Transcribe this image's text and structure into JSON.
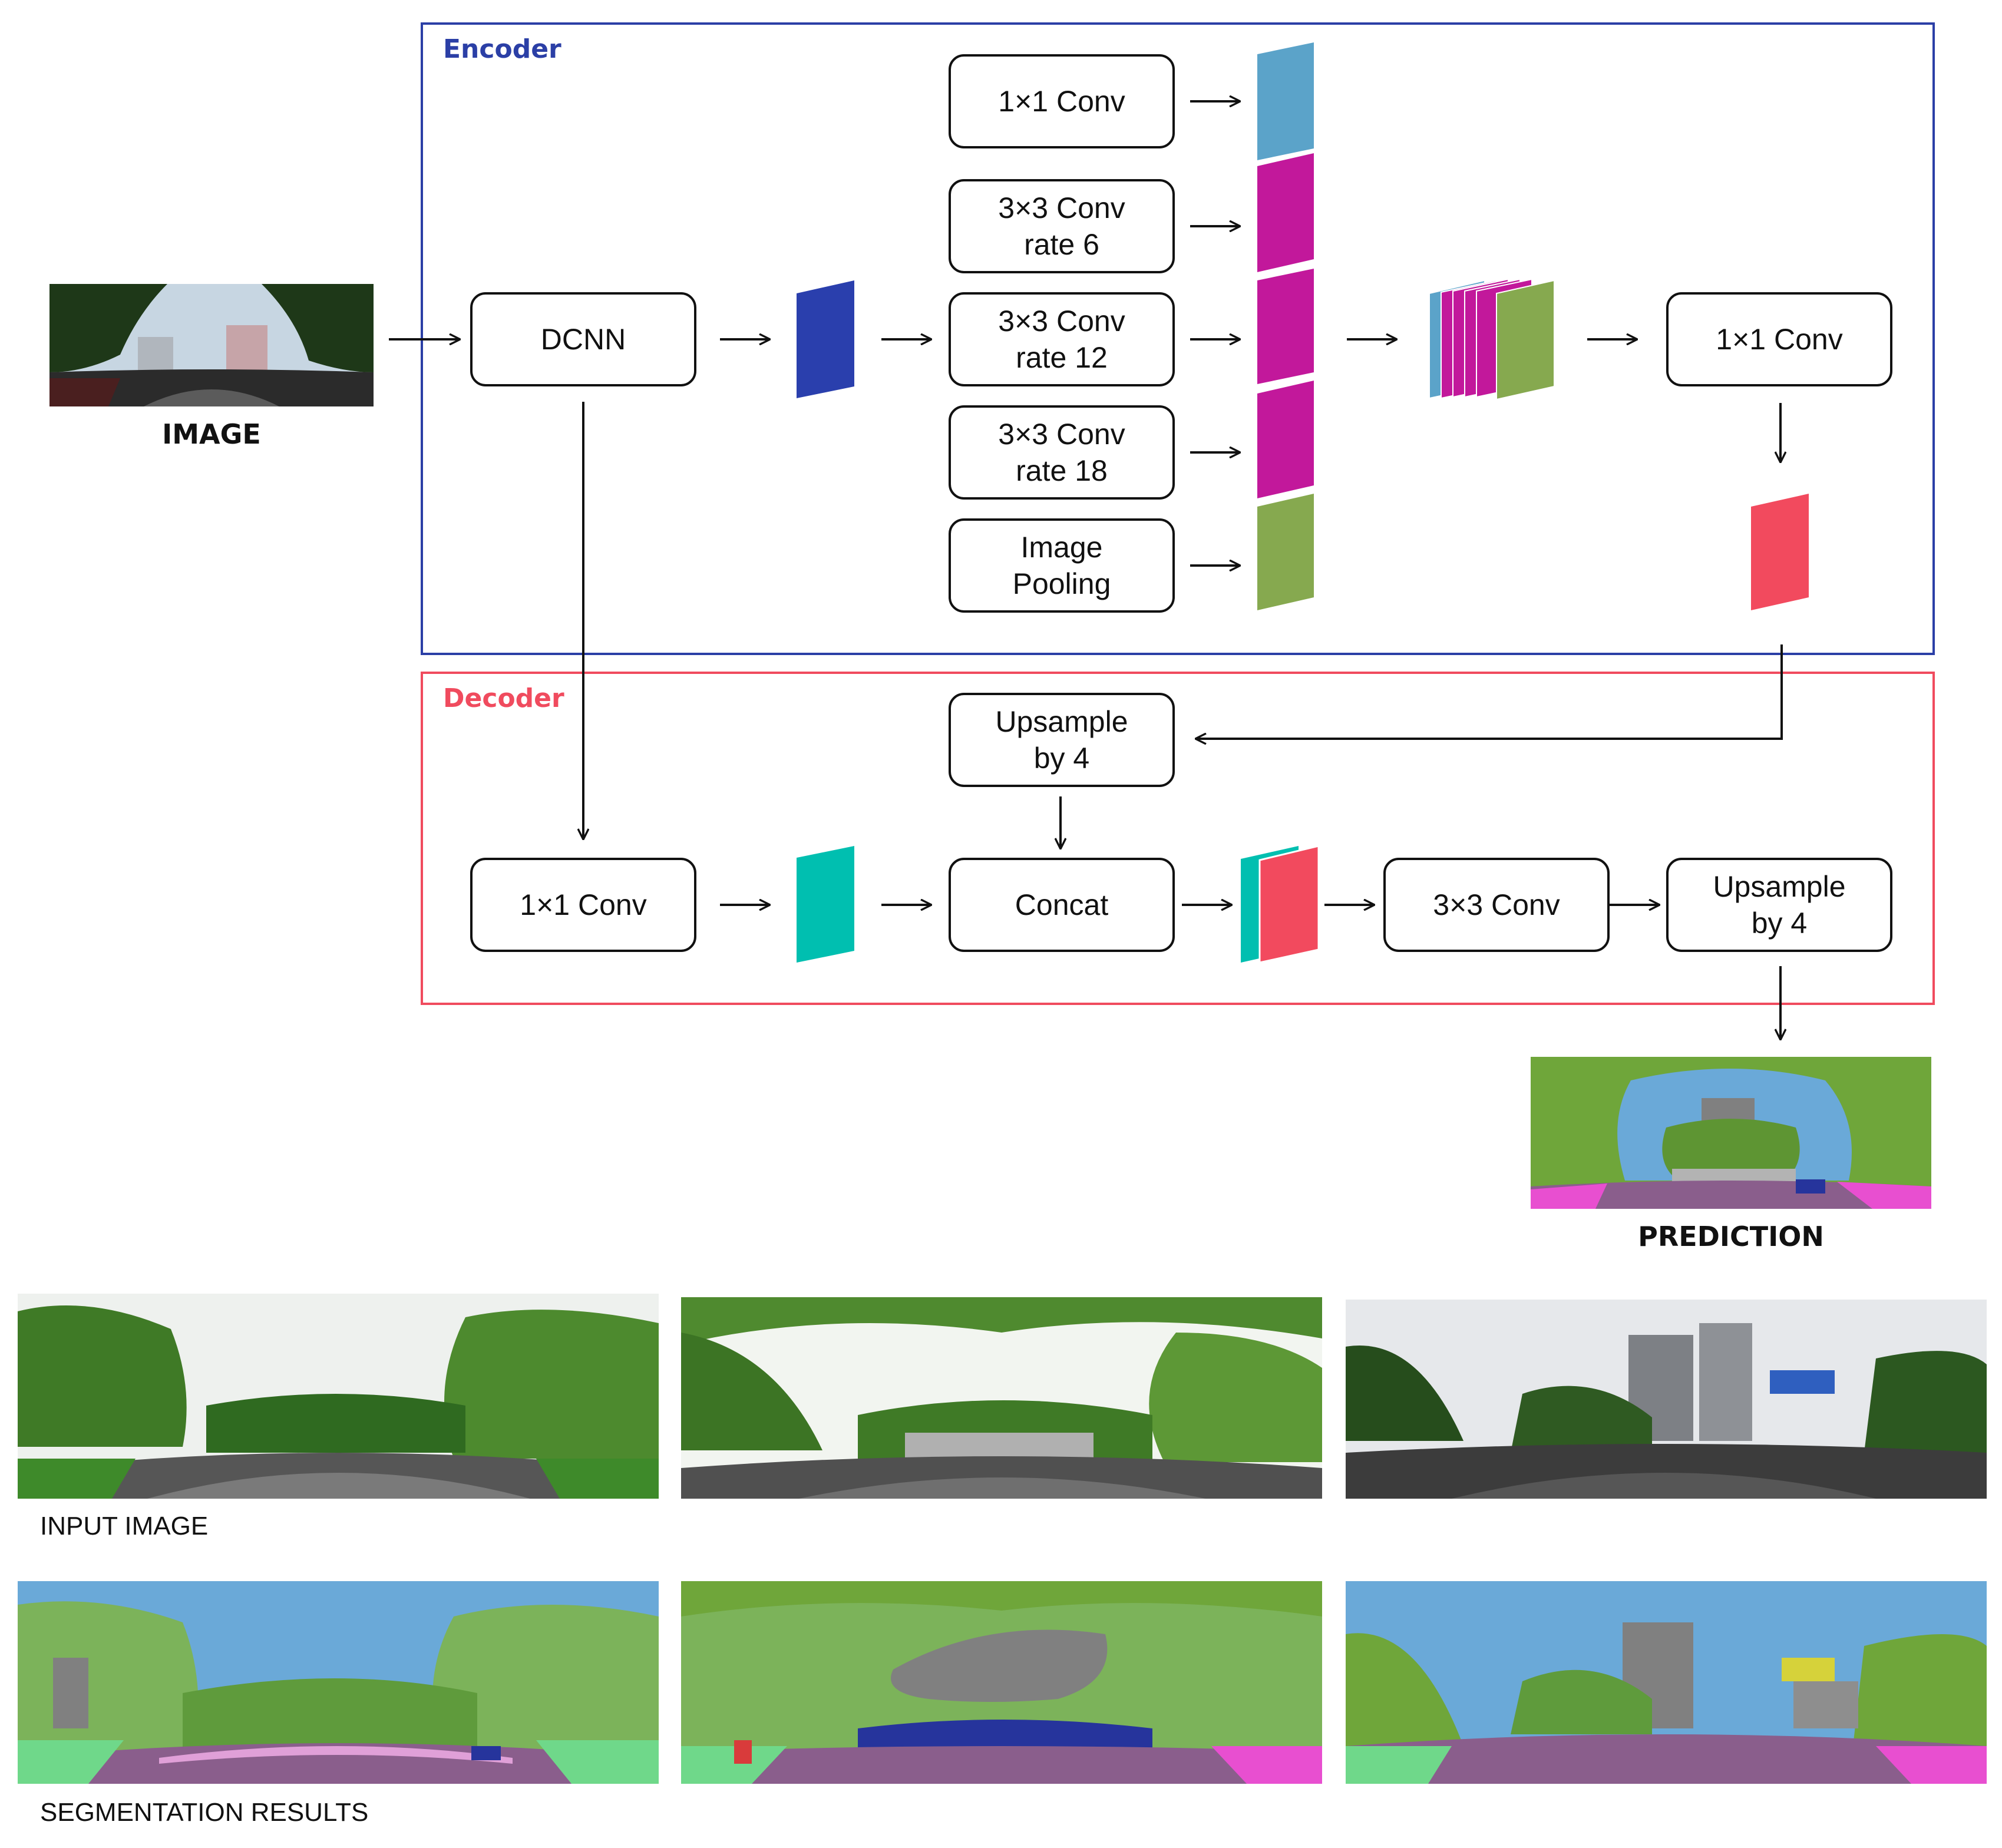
{
  "encoder": {
    "title": "Encoder",
    "title_color": "#2b3fa6",
    "dcnn": "DCNN",
    "branches": [
      {
        "line1": "1×1 Conv",
        "line2": "",
        "color": "#5ba3c9"
      },
      {
        "line1": "3×3 Conv",
        "line2": "rate 6",
        "color": "#c2189b"
      },
      {
        "line1": "3×3 Conv",
        "line2": "rate 12",
        "color": "#c2189b"
      },
      {
        "line1": "3×3 Conv",
        "line2": "rate 18",
        "color": "#c2189b"
      },
      {
        "line1": "Image",
        "line2": "Pooling",
        "color": "#86a94f"
      }
    ],
    "fuse_conv": "1×1 Conv",
    "feature_color": "#2a3fad",
    "output_color": "#f24a5e"
  },
  "decoder": {
    "title": "Decoder",
    "title_color": "#f04b5e",
    "upsample": {
      "line1": "Upsample",
      "line2": "by 4"
    },
    "low_conv": "1×1 Conv",
    "concat": "Concat",
    "conv3": "3×3 Conv",
    "upsample_final": {
      "line1": "Upsample",
      "line2": "by 4"
    },
    "lowlevel_color": "#00bfb0"
  },
  "labels": {
    "image": "IMAGE",
    "prediction": "PREDICTION",
    "input_image": "INPUT IMAGE",
    "segmentation_results": "SEGMENTATION RESULTS"
  },
  "segmentation_colors": {
    "vegetation": "#6fa63a",
    "sky": "#6aa9d8",
    "road": "#8a5e8c",
    "sidewalk": "#e84fd0",
    "building": "#808080",
    "vehicle": "#26349c",
    "terrain": "#6fd88a",
    "sign": "#d6d23a"
  },
  "icons": [
    "arrow-right-icon",
    "arrow-down-icon",
    "arrow-left-icon"
  ]
}
